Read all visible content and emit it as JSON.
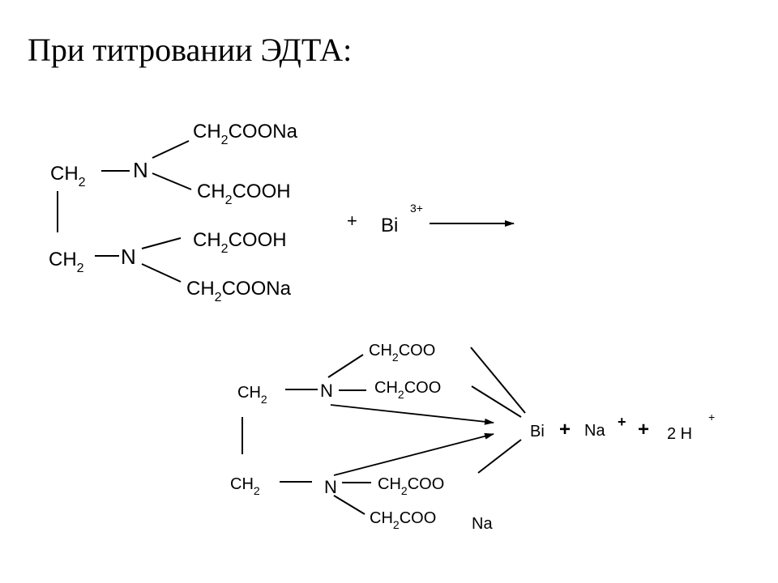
{
  "title": "При титровании ЭДТА:",
  "reactants": {
    "ch2_a": {
      "base": "CH",
      "sub": "2"
    },
    "n_a": "N",
    "arm_a1": {
      "pre": "CH",
      "sub": "2",
      "post": "COONa"
    },
    "arm_a2": {
      "pre": "CH",
      "sub": "2",
      "post": "COOH"
    },
    "ch2_b": {
      "base": "CH",
      "sub": "2"
    },
    "n_b": "N",
    "arm_b1": {
      "pre": "CH",
      "sub": "2",
      "post": "COOH"
    },
    "arm_b2": {
      "pre": "CH",
      "sub": "2",
      "post": "COONa"
    }
  },
  "reagent": {
    "plus": "+",
    "ion": "Bi",
    "charge": "3+"
  },
  "product": {
    "ch2_a": {
      "base": "CH",
      "sub": "2"
    },
    "n_a": "N",
    "arm_a1": {
      "pre": "CH",
      "sub": "2",
      "post": "COO"
    },
    "arm_a2": {
      "pre": "CH",
      "sub": "2",
      "post": "COO"
    },
    "ch2_b": {
      "base": "CH",
      "sub": "2"
    },
    "n_b": "N",
    "arm_b1": {
      "pre": "CH",
      "sub": "2",
      "post": "COO"
    },
    "arm_b2": {
      "pre": "CH",
      "sub": "2",
      "post": "COO",
      "counter": "Na"
    },
    "metal": "Bi"
  },
  "byproducts": {
    "plus1": "+",
    "na": "Na",
    "na_charge": "+",
    "plus2": "+",
    "h": "2 H",
    "h_charge": "+"
  },
  "colors": {
    "ink": "#000000",
    "background": "#ffffff"
  }
}
